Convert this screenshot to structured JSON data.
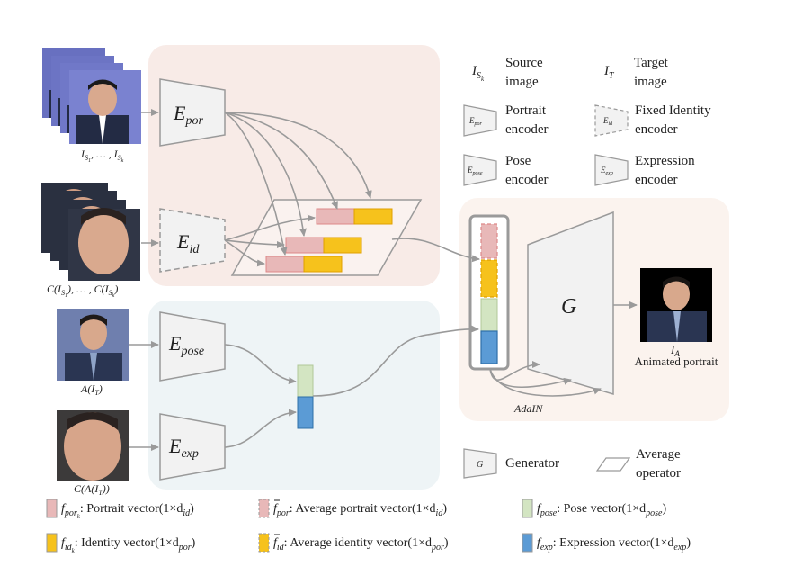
{
  "encoders": {
    "portrait": {
      "letter": "E",
      "sub": "por"
    },
    "identity": {
      "letter": "E",
      "sub": "id"
    },
    "pose": {
      "letter": "E",
      "sub": "pose"
    },
    "expression": {
      "letter": "E",
      "sub": "exp"
    },
    "generator": "G"
  },
  "inputs": {
    "source_caption": {
      "pre": "I",
      "sub1": "S",
      "subsub1": "1",
      "mid": ", … , I",
      "sub2": "S",
      "subsub2": "k"
    },
    "cropped_caption": {
      "a": "C(I",
      "b": "S",
      "c": "1",
      "d": "), … , C(I",
      "e": "S",
      "f": "k",
      "g": ")"
    },
    "pose_caption": {
      "a": "A(I",
      "b": "T",
      "c": ")"
    },
    "exp_caption": {
      "a": "C(A(I",
      "b": "T",
      "c": "))"
    }
  },
  "output": {
    "label_letter": "I",
    "label_sub": "A",
    "caption": "Animated portrait"
  },
  "adain_label": "AdaIN",
  "legend_top": {
    "source": {
      "symbol": "I",
      "sym_sub": "S",
      "sym_subsub": "k",
      "line1": "Source",
      "line2": "image"
    },
    "target": {
      "symbol": "I",
      "sym_sub": "T",
      "line1": "Target",
      "line2": "image"
    },
    "portrait_enc": {
      "icon": "E",
      "icon_sub": "por",
      "line1": "Portrait",
      "line2": "encoder"
    },
    "identity_enc": {
      "icon": "E",
      "icon_sub": "id",
      "line1": "Fixed Identity",
      "line2": "encoder"
    },
    "pose_enc": {
      "icon": "E",
      "icon_sub": "pose",
      "line1": "Pose",
      "line2": "encoder"
    },
    "exp_enc": {
      "icon": "E",
      "icon_sub": "exp",
      "line1": "Expression",
      "line2": "encoder"
    }
  },
  "legend_mid": {
    "generator": {
      "icon": "G",
      "label": "Generator"
    },
    "average": {
      "line1": "Average",
      "line2": "operator"
    }
  },
  "legend_bottom": [
    {
      "sym": "f",
      "sub": "por",
      "subsub": "k",
      "bar": false,
      "text": ": Portrait vector(1×d",
      "dsub": "id",
      "close": ")",
      "color": "#e8b8b8",
      "dashed": false
    },
    {
      "sym": "f",
      "sub": "por",
      "subsub": "",
      "bar": true,
      "text": ": Average portrait vector(1×d",
      "dsub": "id",
      "close": ")",
      "color": "#e8b8b8",
      "dashed": true
    },
    {
      "sym": "f",
      "sub": "pose",
      "subsub": "",
      "bar": false,
      "text": ": Pose vector(1×d",
      "dsub": "pose",
      "close": ")",
      "color": "#d3e5c2",
      "dashed": false
    },
    {
      "sym": "f",
      "sub": "id",
      "subsub": "k",
      "bar": false,
      "text": ": Identity vector(1×d",
      "dsub": "por",
      "close": ")",
      "color": "#f6c21c",
      "dashed": false
    },
    {
      "sym": "f",
      "sub": "id",
      "subsub": "",
      "bar": true,
      "text": ": Average identity vector(1×d",
      "dsub": "por",
      "close": ")",
      "color": "#f6c21c",
      "dashed": true
    },
    {
      "sym": "f",
      "sub": "exp",
      "subsub": "",
      "bar": false,
      "text": ": Expression vector(1×d",
      "dsub": "exp",
      "close": ")",
      "color": "#5b9bd5",
      "dashed": false
    }
  ],
  "colors": {
    "portrait_vec": "#e8b8b8",
    "identity_vec": "#f6c21c",
    "pose_vec": "#d3e5c2",
    "exp_vec": "#5b9bd5",
    "encoder_fill": "#f2f2f2",
    "encoder_stroke": "#9a9a9a",
    "panel_pink": "#f8ebe7",
    "panel_blue": "#eef4f6",
    "panel_gen": "#fbf3ee"
  }
}
